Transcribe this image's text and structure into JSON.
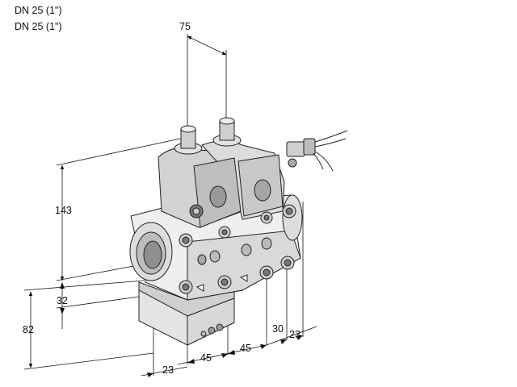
{
  "header": {
    "line1": "DN 25 (1\")",
    "line2": "DN 25 (1\")"
  },
  "dimensions": {
    "top_spacing": "75",
    "height_total": "143",
    "height_axis": "32",
    "height_lower": "82",
    "offset_front": "23",
    "pitch_1": "45",
    "pitch_2": "45",
    "depth_1": "30",
    "depth_2": "23"
  }
}
